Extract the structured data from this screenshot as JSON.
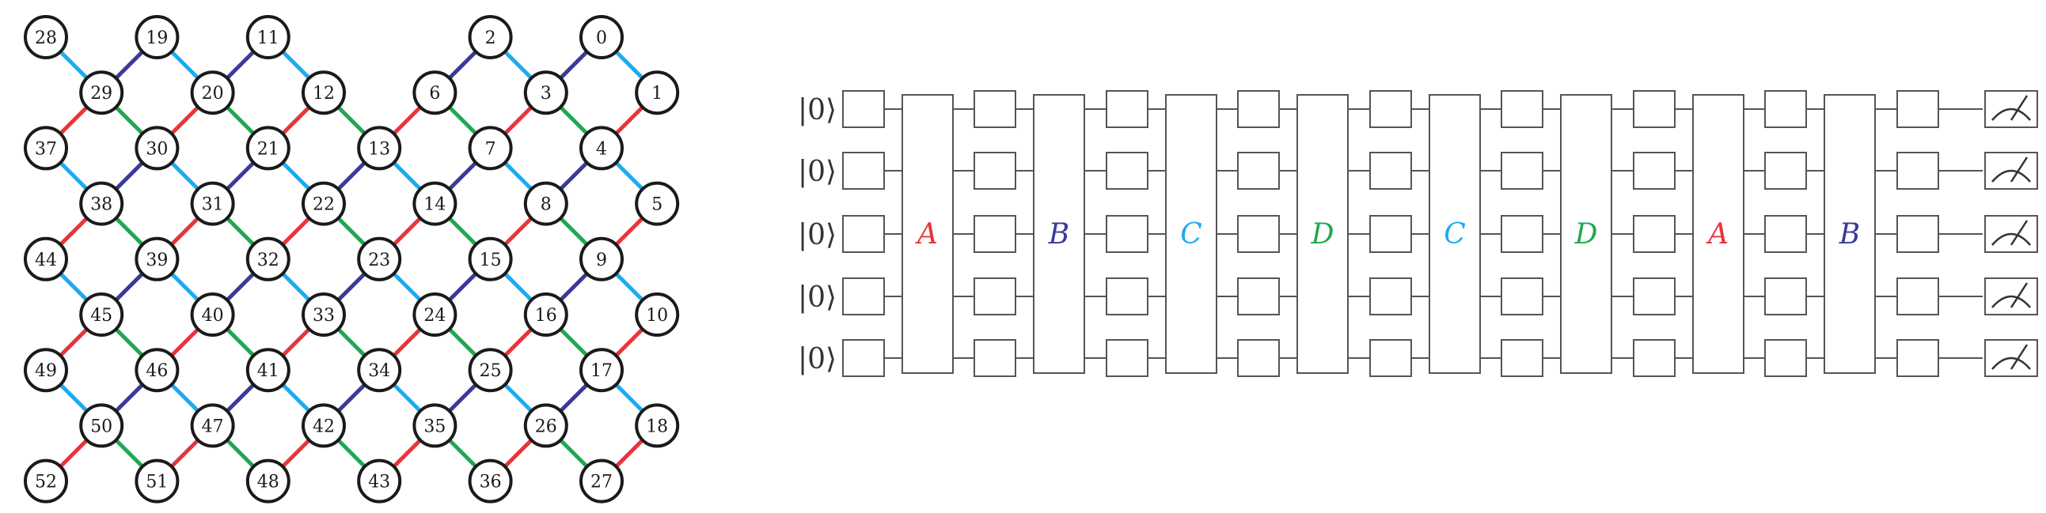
{
  "colors": {
    "A": "#e8343a",
    "B": "#3a3a9a",
    "C": "#1eaaf1",
    "D": "#1fa84f"
  },
  "lattice": {
    "nodes": [
      {
        "id": "28",
        "r": 0,
        "c": 0
      },
      {
        "id": "19",
        "r": 0,
        "c": 2
      },
      {
        "id": "11",
        "r": 0,
        "c": 4
      },
      {
        "id": "2",
        "r": 0,
        "c": 8
      },
      {
        "id": "0",
        "r": 0,
        "c": 10
      },
      {
        "id": "29",
        "r": 1,
        "c": 1
      },
      {
        "id": "20",
        "r": 1,
        "c": 3
      },
      {
        "id": "12",
        "r": 1,
        "c": 5
      },
      {
        "id": "6",
        "r": 1,
        "c": 7
      },
      {
        "id": "3",
        "r": 1,
        "c": 9
      },
      {
        "id": "1",
        "r": 1,
        "c": 11
      },
      {
        "id": "37",
        "r": 2,
        "c": 0
      },
      {
        "id": "30",
        "r": 2,
        "c": 2
      },
      {
        "id": "21",
        "r": 2,
        "c": 4
      },
      {
        "id": "13",
        "r": 2,
        "c": 6
      },
      {
        "id": "7",
        "r": 2,
        "c": 8
      },
      {
        "id": "4",
        "r": 2,
        "c": 10
      },
      {
        "id": "38",
        "r": 3,
        "c": 1
      },
      {
        "id": "31",
        "r": 3,
        "c": 3
      },
      {
        "id": "22",
        "r": 3,
        "c": 5
      },
      {
        "id": "14",
        "r": 3,
        "c": 7
      },
      {
        "id": "8",
        "r": 3,
        "c": 9
      },
      {
        "id": "5",
        "r": 3,
        "c": 11
      },
      {
        "id": "44",
        "r": 4,
        "c": 0
      },
      {
        "id": "39",
        "r": 4,
        "c": 2
      },
      {
        "id": "32",
        "r": 4,
        "c": 4
      },
      {
        "id": "23",
        "r": 4,
        "c": 6
      },
      {
        "id": "15",
        "r": 4,
        "c": 8
      },
      {
        "id": "9",
        "r": 4,
        "c": 10
      },
      {
        "id": "45",
        "r": 5,
        "c": 1
      },
      {
        "id": "40",
        "r": 5,
        "c": 3
      },
      {
        "id": "33",
        "r": 5,
        "c": 5
      },
      {
        "id": "24",
        "r": 5,
        "c": 7
      },
      {
        "id": "16",
        "r": 5,
        "c": 9
      },
      {
        "id": "10",
        "r": 5,
        "c": 11
      },
      {
        "id": "49",
        "r": 6,
        "c": 0
      },
      {
        "id": "46",
        "r": 6,
        "c": 2
      },
      {
        "id": "41",
        "r": 6,
        "c": 4
      },
      {
        "id": "34",
        "r": 6,
        "c": 6
      },
      {
        "id": "25",
        "r": 6,
        "c": 8
      },
      {
        "id": "17",
        "r": 6,
        "c": 10
      },
      {
        "id": "50",
        "r": 7,
        "c": 1
      },
      {
        "id": "47",
        "r": 7,
        "c": 3
      },
      {
        "id": "42",
        "r": 7,
        "c": 5
      },
      {
        "id": "35",
        "r": 7,
        "c": 7
      },
      {
        "id": "26",
        "r": 7,
        "c": 9
      },
      {
        "id": "18",
        "r": 7,
        "c": 11
      },
      {
        "id": "52",
        "r": 8,
        "c": 0
      },
      {
        "id": "51",
        "r": 8,
        "c": 2
      },
      {
        "id": "48",
        "r": 8,
        "c": 4
      },
      {
        "id": "43",
        "r": 8,
        "c": 6
      },
      {
        "id": "36",
        "r": 8,
        "c": 8
      },
      {
        "id": "27",
        "r": 8,
        "c": 10
      }
    ]
  },
  "circuit": {
    "qubits": 5,
    "ket_label": "|0⟩",
    "layers": [
      "A",
      "B",
      "C",
      "D",
      "C",
      "D",
      "A",
      "B"
    ]
  }
}
